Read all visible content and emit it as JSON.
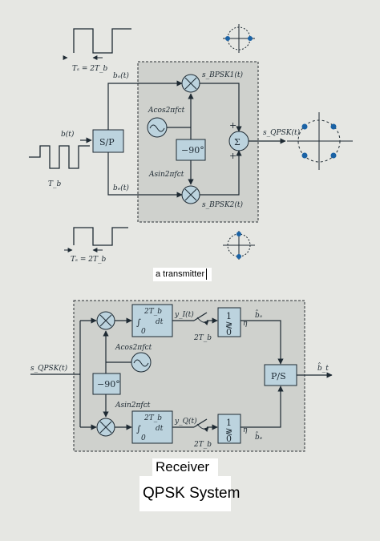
{
  "transmitter": {
    "input_signal": "b(t)",
    "serial_to_parallel": "S/P",
    "odd_branch": "bₒ(t)",
    "even_branch": "bₑ(t)",
    "carrier_cos": "Acos2πfᴄt",
    "carrier_sin": "Asin2πfᴄt",
    "phase_shift": "−90°",
    "bpsk1": "s_BPSK1(t)",
    "bpsk2": "s_BPSK2(t)",
    "summer": "Σ",
    "plus_top": "+",
    "plus_bottom": "+",
    "output": "s_QPSK(t)",
    "symbol_top": "Tₛ = 2T_b",
    "bit_period": "T_b",
    "symbol_bottom": "Tₛ = 2T_b"
  },
  "receiver": {
    "input": "s_QPSK(t)",
    "carrier_cos": "Acos2πfᴄt",
    "carrier_sin": "Asin2πfᴄt",
    "phase_shift": "−90°",
    "integral_text": "dt",
    "integral_upper": "2T_b",
    "integral_lower": "0",
    "yi": "y_I(t)",
    "yq": "y_Q(t)",
    "sample_top": "2T_b",
    "sample_bottom": "2T_b",
    "threshold": "η",
    "odd_est": "b̂ₒ",
    "even_est": "b̂ₑ",
    "parallel_to_serial": "P/S",
    "output": "b̂_t"
  },
  "captions": {
    "transmitter": "a transmitter",
    "receiver": "Receiver",
    "system": "QPSK System"
  }
}
